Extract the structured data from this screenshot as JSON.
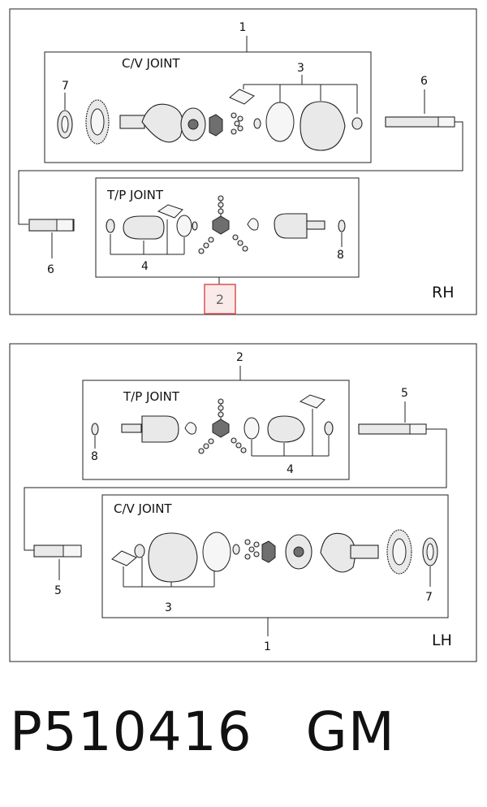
{
  "rh_panel": {
    "side_label": "RH",
    "cv_joint_title": "C/V JOINT",
    "tp_joint_title": "T/P JOINT",
    "callouts": {
      "c1": "1",
      "c3": "3",
      "c7": "7",
      "c6_top": "6",
      "c6_bottom": "6",
      "c4": "4",
      "c8": "8"
    },
    "highlight_callout": "2",
    "highlight_color": "#d9534f"
  },
  "lh_panel": {
    "side_label": "LH",
    "cv_joint_title": "C/V JOINT",
    "tp_joint_title": "T/P JOINT",
    "callouts": {
      "c2": "2",
      "c5_top": "5",
      "c8": "8",
      "c4": "4",
      "c5_bottom": "5",
      "c3": "3",
      "c7": "7",
      "c1": "1"
    }
  },
  "footer": {
    "part_number": "P510416   GM"
  }
}
